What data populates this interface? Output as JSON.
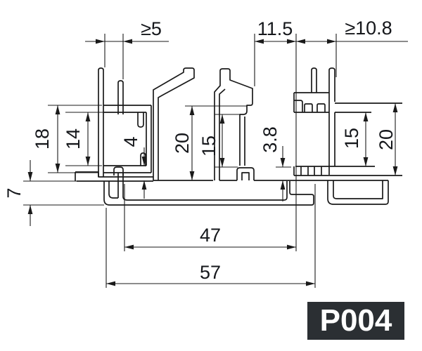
{
  "drawing": {
    "kind": "profile-cross-section-dimension-drawing",
    "colors": {
      "line": "#1a1a1a",
      "background": "#ffffff",
      "badge_bg": "#2b2f33",
      "badge_fg": "#ffffff"
    },
    "dimensions": {
      "slot_width_min": "≥5",
      "center_gap_width": "11.5",
      "right_clip_width_min": "≥10.8",
      "left_outer_height": "18",
      "left_inner_height": "14",
      "base_plate_thickness": "7",
      "left_bottom_gap": "4",
      "mid_outer_height": "20",
      "mid_inner_height": "15",
      "mid_bottom_gap": "3.8",
      "right_inner_height": "15",
      "right_outer_height": "20",
      "inner_width": "47",
      "overall_width": "57"
    },
    "badge": {
      "label": "P004"
    }
  }
}
